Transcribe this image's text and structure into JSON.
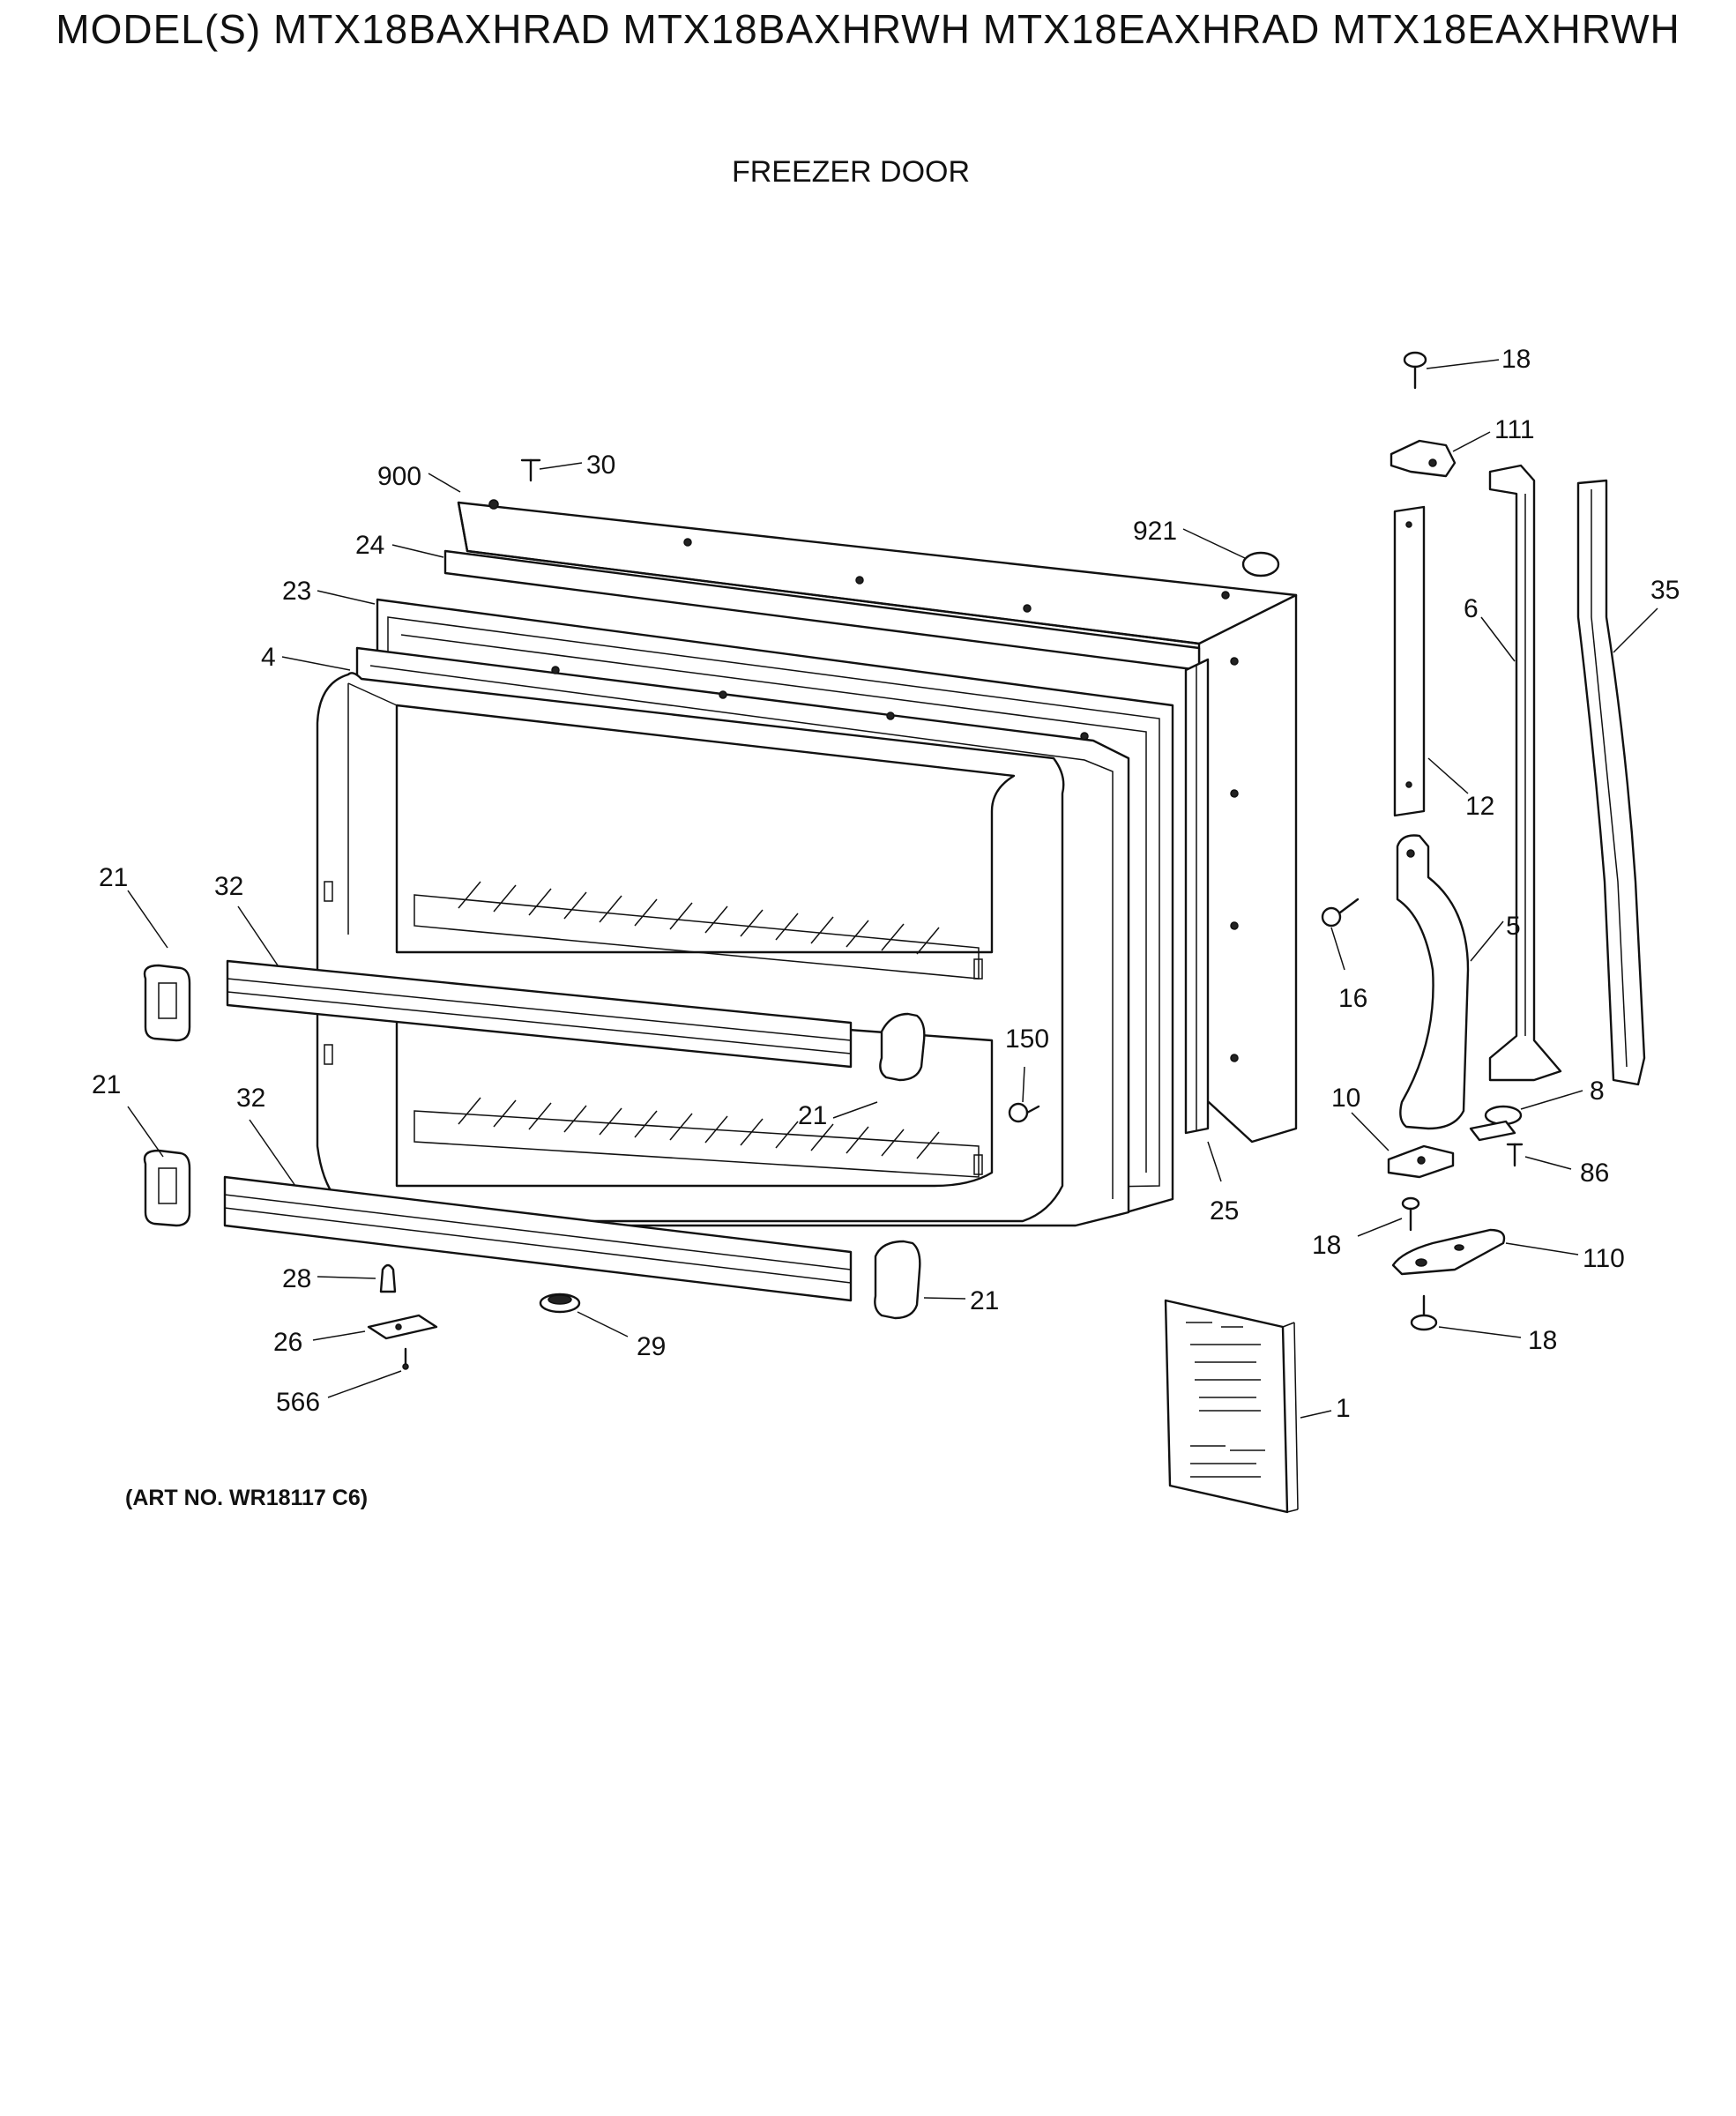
{
  "header": {
    "models_line": "MODEL(S) MTX18BAXHRAD  MTX18BAXHRWH  MTX18EAXHRAD  MTX18EAXHRWH",
    "section_title": "FREEZER DOOR"
  },
  "footer": {
    "art_number": "(ART NO. WR18117 C6)"
  },
  "callouts": [
    {
      "id": "c18a",
      "label": "18"
    },
    {
      "id": "c111",
      "label": "111"
    },
    {
      "id": "c30",
      "label": "30"
    },
    {
      "id": "c900",
      "label": "900"
    },
    {
      "id": "c921",
      "label": "921"
    },
    {
      "id": "c24",
      "label": "24"
    },
    {
      "id": "c23",
      "label": "23"
    },
    {
      "id": "c4",
      "label": "4"
    },
    {
      "id": "c35",
      "label": "35"
    },
    {
      "id": "c6",
      "label": "6"
    },
    {
      "id": "c12",
      "label": "12"
    },
    {
      "id": "c21a",
      "label": "21"
    },
    {
      "id": "c32a",
      "label": "32"
    },
    {
      "id": "c5",
      "label": "5"
    },
    {
      "id": "c16",
      "label": "16"
    },
    {
      "id": "c150",
      "label": "150"
    },
    {
      "id": "c21b",
      "label": "21"
    },
    {
      "id": "c21c",
      "label": "21"
    },
    {
      "id": "c32b",
      "label": "32"
    },
    {
      "id": "c10",
      "label": "10"
    },
    {
      "id": "c8",
      "label": "8"
    },
    {
      "id": "c86",
      "label": "86"
    },
    {
      "id": "c25",
      "label": "25"
    },
    {
      "id": "c18b",
      "label": "18"
    },
    {
      "id": "c110",
      "label": "110"
    },
    {
      "id": "c28",
      "label": "28"
    },
    {
      "id": "c21d",
      "label": "21"
    },
    {
      "id": "c26",
      "label": "26"
    },
    {
      "id": "c29",
      "label": "29"
    },
    {
      "id": "c18c",
      "label": "18"
    },
    {
      "id": "c566",
      "label": "566"
    },
    {
      "id": "c1",
      "label": "1"
    }
  ]
}
